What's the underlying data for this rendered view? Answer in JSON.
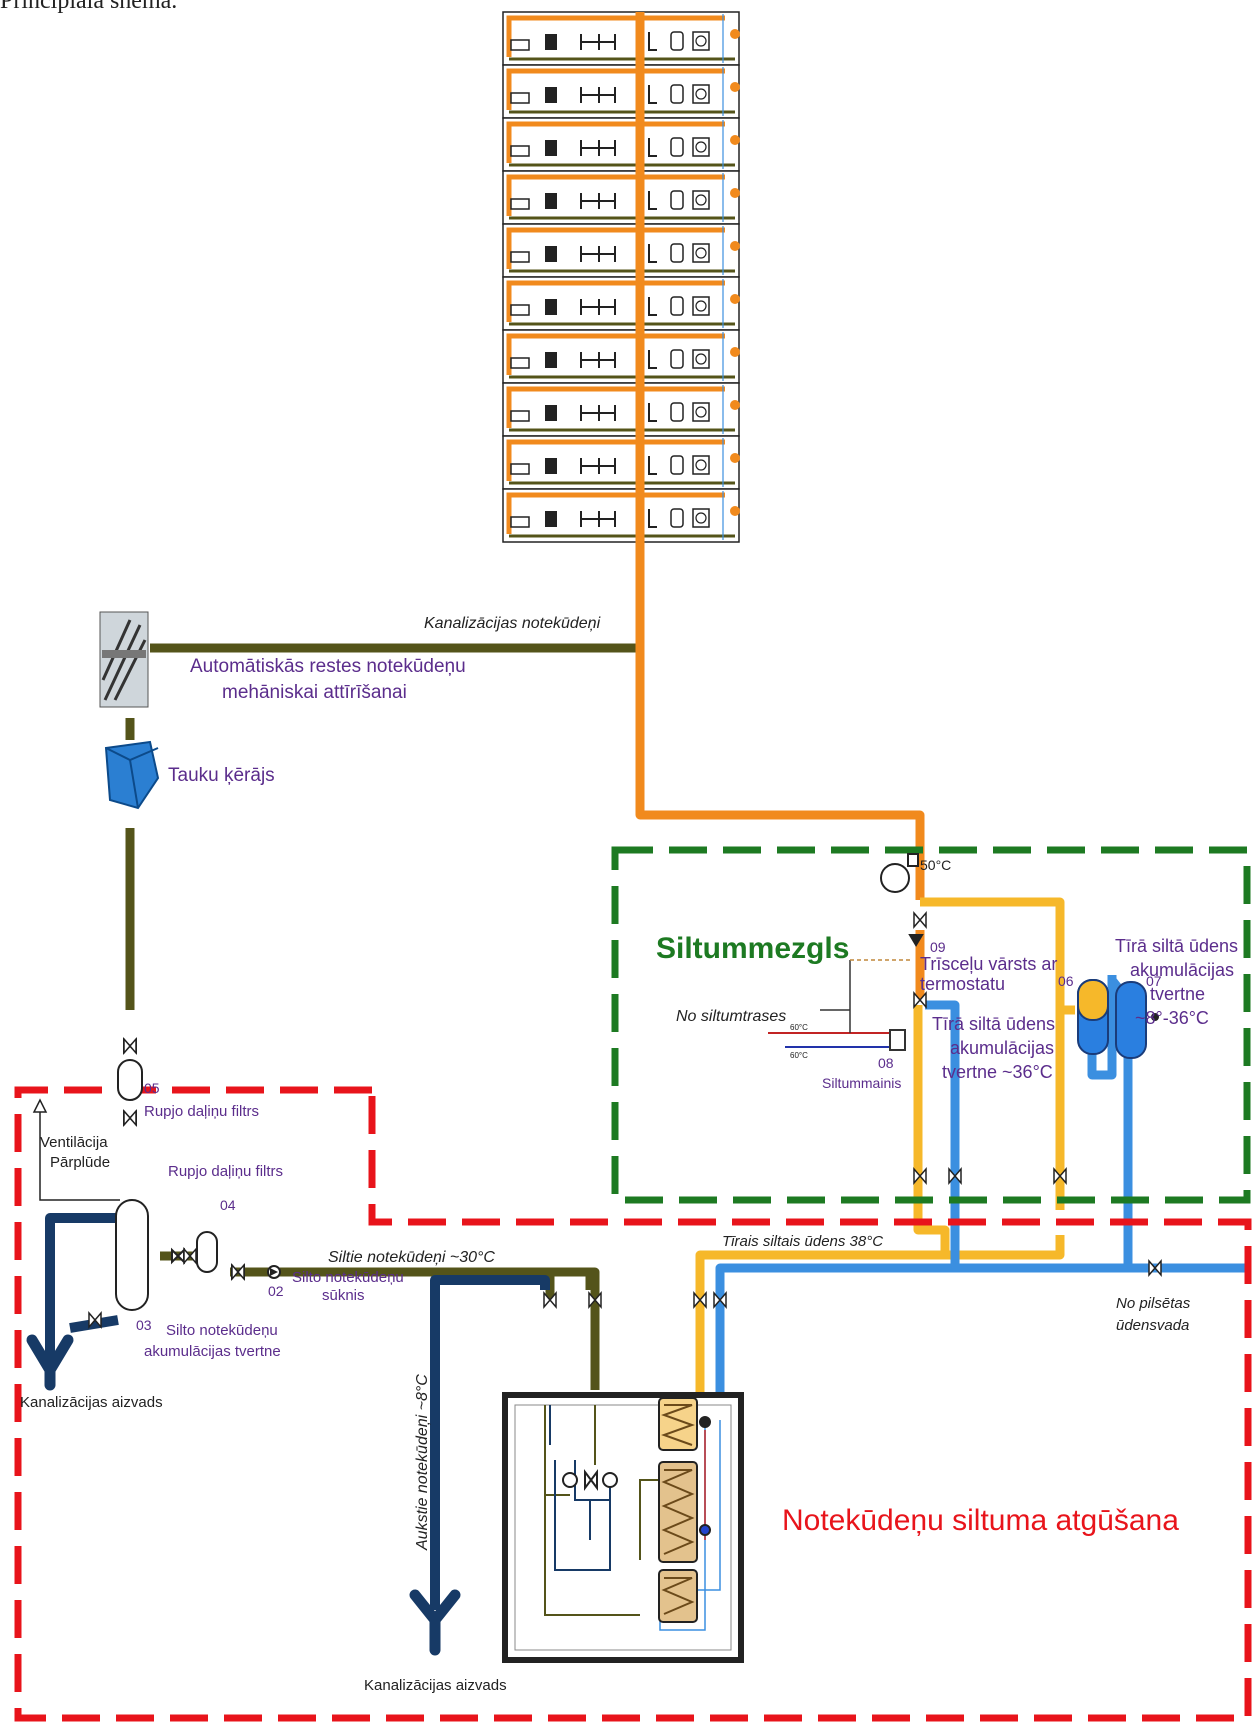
{
  "page_title": "Principiālā shēma.",
  "colors": {
    "sewage_olive": "#54541a",
    "hot_orange": "#f18a1d",
    "warm_yellow": "#f6b82a",
    "cold_blue": "#3b8fe0",
    "cold_sewage_navy": "#173a66",
    "recovery_red": "#e8141b",
    "substation_green": "#1d7a22",
    "label_purple": "#5b2d8c"
  },
  "labels": {
    "sewage_pipe": "Kanalizācijas notekūdeņi",
    "screen": "Automātiskās restes notekūdeņu mehāniskai attīrīšanai",
    "screen_line1": "Automātiskās restes notekūdeņu",
    "screen_line2": "mehāniskai attīrīšanai",
    "grease_trap": "Tauku ķērājs",
    "substation_title": "Siltummezgls",
    "temp_50": "50°C",
    "num_09": "09",
    "valve_line1": "Trīsceļu vārsts ar",
    "valve_line2": "termostatu",
    "tank36_line1": "Tīrā siltā ūdens",
    "tank36_line2": "akumulācijas",
    "tank36_line3": "tvertne ~36°C",
    "tank8_line1": "Tīrā siltā ūdens",
    "tank8_line2": "akumulācijas",
    "tank8_line3": "tvertne",
    "tank8_line4": "~8°-36°C",
    "no_heat": "No siltumtrases",
    "t60": "60°C",
    "num_08": "08",
    "heat_exchanger": "Siltummainis",
    "num_06": "06",
    "num_07": "07",
    "num_05": "05",
    "coarse_filter_1": "Rupjo daļiņu filtrs",
    "ventilation": "Ventilācija",
    "overflow": "Pārplūde",
    "coarse_filter_2": "Rupjo daļiņu filtrs",
    "num_04": "04",
    "warm_sewage": "Siltie notekūdeņi ~30°C",
    "clean_warm_water": "Tīrais siltais ūdens 38°C",
    "num_02": "02",
    "pump_line1": "Silto notekūdeņu",
    "pump_line2": "sūknis",
    "num_03": "03",
    "acc_line1": "Silto notekūdeņu",
    "acc_line2": "akumulācijas tvertne",
    "sewer_out_1": "Kanalizācijas aizvads",
    "from_city_1": "No pilsētas",
    "from_city_2": "ūdensvada",
    "cold_sewage": "Aukstie notekūdeņi ~8°C",
    "recovery_title": "Notekūdeņu siltuma atgūšana",
    "sewer_out_2": "Kanalizācijas aizvads"
  },
  "building": {
    "floors": 10
  }
}
